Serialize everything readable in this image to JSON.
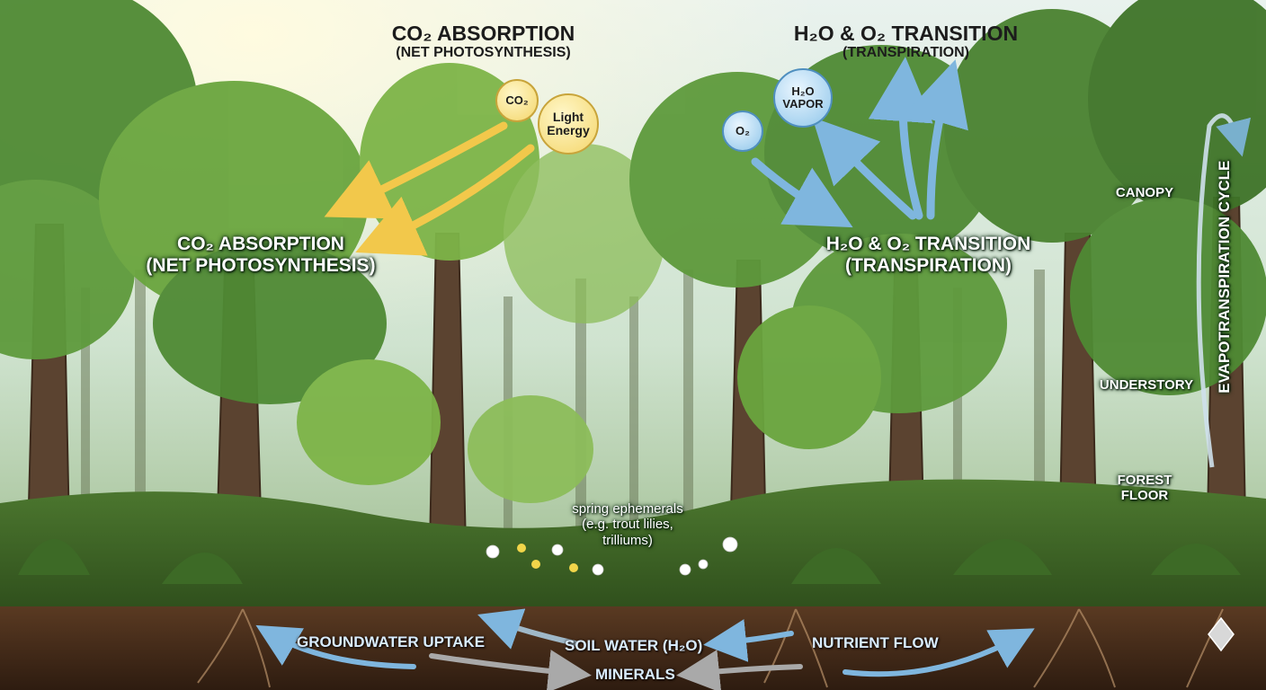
{
  "top_left_heading": {
    "line1": "CO₂ ABSORPTION",
    "line2": "(NET PHOTOSYNTHESIS)"
  },
  "top_right_heading": {
    "line1": "H₂O & O₂ TRANSITION",
    "line2": "(TRANSPIRATION)"
  },
  "bubbles": {
    "co2": "CO₂",
    "light_line1": "Light",
    "light_line2": "Energy",
    "h2o_line1": "H₂O",
    "h2o_line2": "VAPOR",
    "o2": "O₂"
  },
  "mid_left_label": {
    "line1": "CO₂ ABSORPTION",
    "line2": "(NET PHOTOSYNTHESIS)"
  },
  "mid_right_label": {
    "line1": "H₂O & O₂ TRANSITION",
    "line2": "(TRANSPIRATION)"
  },
  "layers": {
    "canopy": "CANOPY",
    "understory": "UNDERSTORY",
    "forest_floor_line1": "FOREST",
    "forest_floor_line2": "FLOOR"
  },
  "cycle_label": "EVAPOTRANSPIRATION CYCLE",
  "ephemerals": {
    "line1": "spring ephemerals",
    "line2": "(e.g. trout lilies,",
    "line3": "trilliums)"
  },
  "soil_labels": {
    "groundwater": "GROUNDWATER UPTAKE",
    "soil_water": "SOIL WATER (H₂O)",
    "nutrient": "NUTRIENT FLOW",
    "minerals": "MINERALS"
  },
  "colors": {
    "yellow_arrow": "#f2c84b",
    "blue_arrow": "#7fb6de",
    "soil": "#4a2e1a",
    "foliage": "#4f8a34"
  }
}
